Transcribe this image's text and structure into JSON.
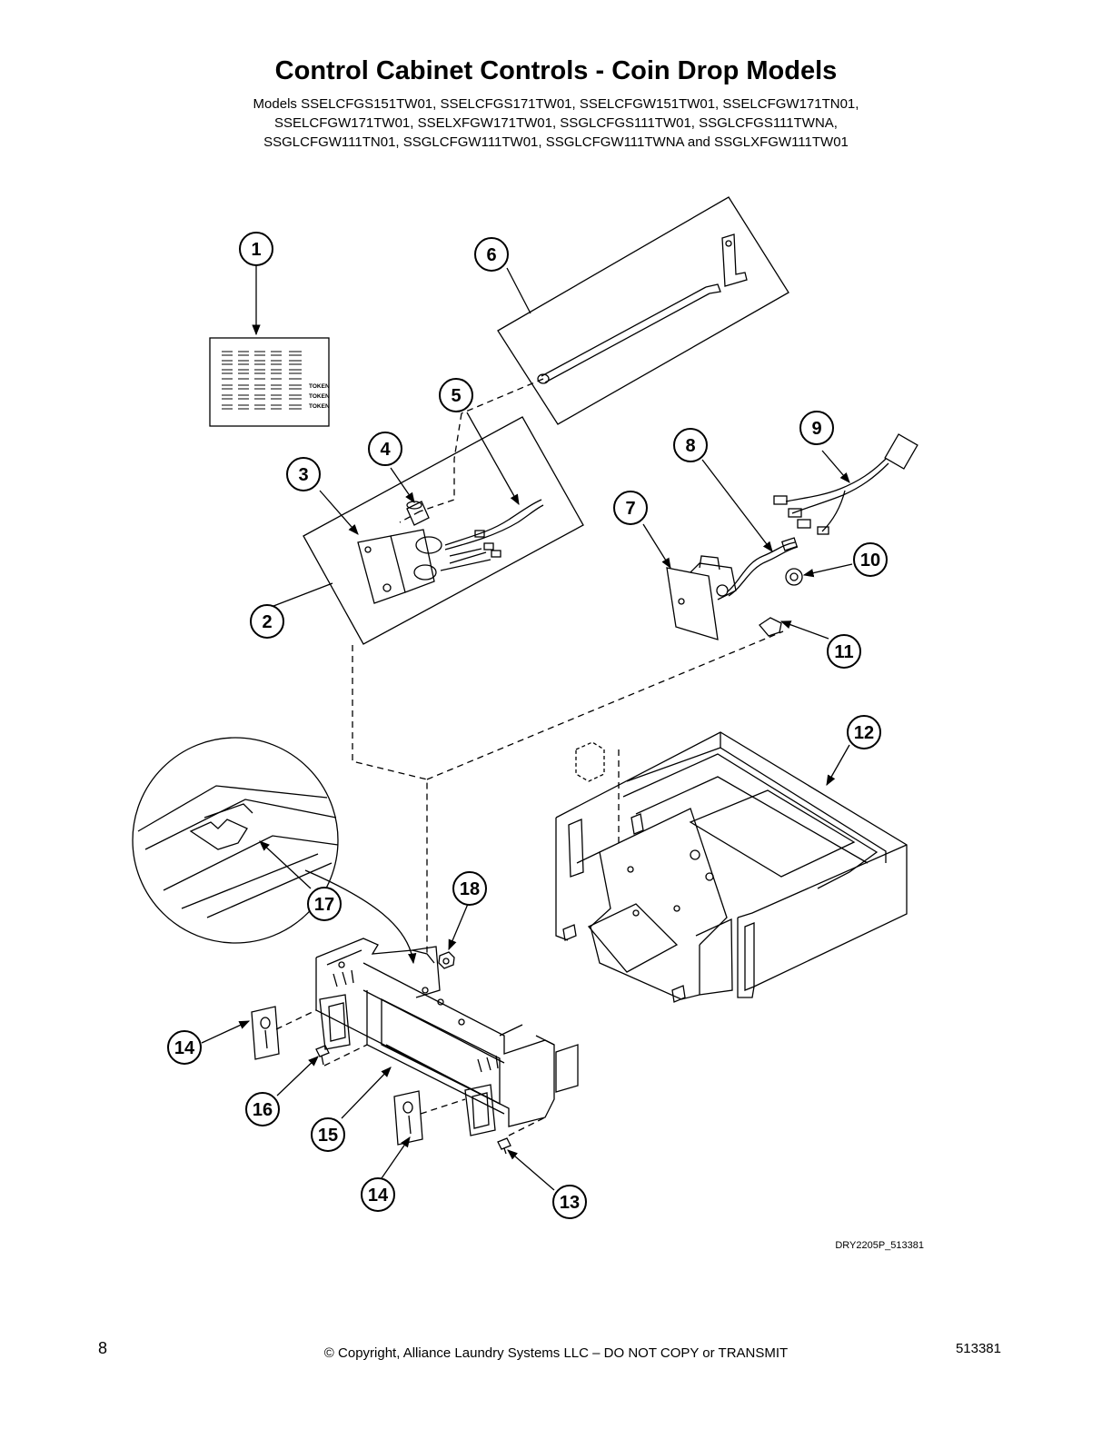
{
  "title": "Control Cabinet Controls - Coin Drop Models",
  "models": [
    "Models SSELCFGS151TW01, SSELCFGS171TW01, SSELCFGW151TW01, SSELCFGW171TN01,",
    "SSELCFGW171TW01, SSELXFGW171TW01, SSGLCFGS111TW01, SSGLCFGS111TWNA,",
    "SSGLCFGW111TN01, SSGLCFGW111TW01, SSGLCFGW111TWNA and SSGLXFGW111TW01"
  ],
  "label_tokens": [
    "TOKEN",
    "TOKEN",
    "TOKEN"
  ],
  "callouts": {
    "c1": "1",
    "c2": "2",
    "c3": "3",
    "c4": "4",
    "c5": "5",
    "c6": "6",
    "c7": "7",
    "c8": "8",
    "c9": "9",
    "c10": "10",
    "c11": "11",
    "c12": "12",
    "c13": "13",
    "c14a": "14",
    "c14b": "14",
    "c15": "15",
    "c16": "16",
    "c17": "17",
    "c18": "18"
  },
  "drawing_code": "DRY2205P_513381",
  "footer": {
    "page_number": "8",
    "copyright": "© Copyright, Alliance Laundry Systems LLC – DO NOT COPY or TRANSMIT",
    "doc_number": "513381"
  }
}
